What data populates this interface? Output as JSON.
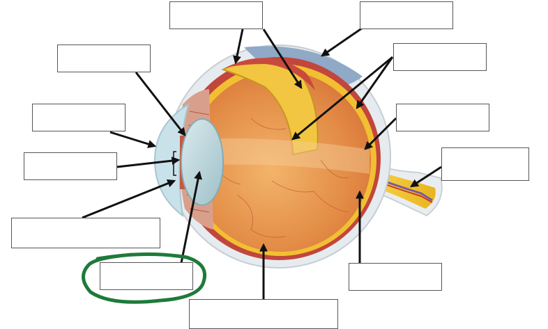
{
  "diagram": {
    "subject": "eye-cross-section",
    "colors": {
      "sclera": "#e6ebef",
      "choroid": "#c2463c",
      "retina": "#f4c232",
      "vitreous": "#e79a52",
      "cornea": "#c9e2ea",
      "lens": "#b7d2d8",
      "blue_patch": "#8fa9c6",
      "highlight_circle": "#1f7a3a",
      "arrows": "#111111"
    },
    "labels": [
      {
        "id": "label-top-center",
        "text": ""
      },
      {
        "id": "label-top-right",
        "text": ""
      },
      {
        "id": "label-upper-left",
        "text": ""
      },
      {
        "id": "label-right-upper",
        "text": ""
      },
      {
        "id": "label-left-mid",
        "text": ""
      },
      {
        "id": "label-right-mid",
        "text": ""
      },
      {
        "id": "label-left-lower",
        "text": ""
      },
      {
        "id": "label-optic-right",
        "text": ""
      },
      {
        "id": "label-bottom-left",
        "text": ""
      },
      {
        "id": "label-circled",
        "text": ""
      },
      {
        "id": "label-bottom-right",
        "text": ""
      },
      {
        "id": "label-bottom-center",
        "text": ""
      }
    ]
  }
}
